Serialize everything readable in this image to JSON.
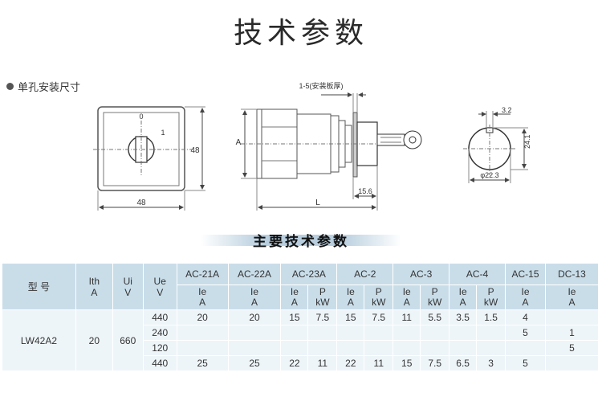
{
  "title": "技术参数",
  "section_label": "单孔安装尺寸",
  "drawing": {
    "panel_thickness": "1-5(安装板厚)",
    "pos0": "0",
    "pos1": "1",
    "dim48_side": "48",
    "dim48_bottom": "48",
    "dimA": "A",
    "dimL": "L",
    "dim156": "15.6",
    "dim32": "3.2",
    "dim241": "24.1",
    "dim223": "φ22.3"
  },
  "params_heading": "主要技术参数",
  "table": {
    "col_model": "型 号",
    "col_ith": [
      "Ith",
      "A"
    ],
    "col_ui": [
      "Ui",
      "V"
    ],
    "col_ue": [
      "Ue",
      "V"
    ],
    "groups": [
      "AC-21A",
      "AC-22A",
      "AC-23A",
      "AC-2",
      "AC-3",
      "AC-4",
      "AC-15",
      "DC-13"
    ],
    "sub_ie": [
      "Ie",
      "A"
    ],
    "sub_p": [
      "P",
      "kW"
    ],
    "model": "LW42A2",
    "ith": "20",
    "ui": "660",
    "rows": [
      [
        "440",
        "20",
        "20",
        "15",
        "7.5",
        "15",
        "7.5",
        "11",
        "5.5",
        "3.5",
        "1.5",
        "4",
        ""
      ],
      [
        "240",
        "",
        "",
        "",
        "",
        "",
        "",
        "",
        "",
        "",
        "",
        "5",
        "1"
      ],
      [
        "120",
        "",
        "",
        "",
        "",
        "",
        "",
        "",
        "",
        "",
        "",
        "",
        "5"
      ],
      [
        "440",
        "25",
        "25",
        "22",
        "11",
        "22",
        "11",
        "15",
        "7.5",
        "6.5",
        "3",
        "5",
        ""
      ]
    ]
  }
}
